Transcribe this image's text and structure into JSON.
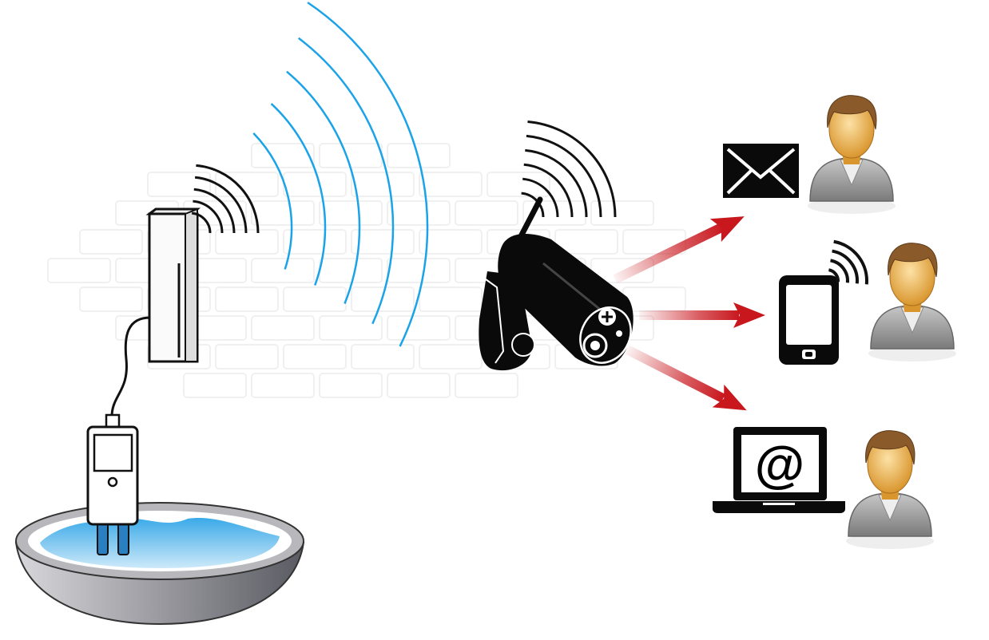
{
  "laptop": {
    "screen_text": "@"
  },
  "colors": {
    "signal_arcs": "#1aa3e8",
    "wifi_arcs": "#111111",
    "arrow": "#c8181e",
    "water": "#6fc3ef",
    "device_dark": "#0a0a0a",
    "person_skin": "#f0b860",
    "person_hair": "#8a5a2b",
    "person_shirt": "#9a9a9a"
  },
  "icons": [
    "water-sensor",
    "water-probe",
    "bowl-of-water",
    "security-camera",
    "email-envelope",
    "smartphone",
    "laptop",
    "person"
  ]
}
